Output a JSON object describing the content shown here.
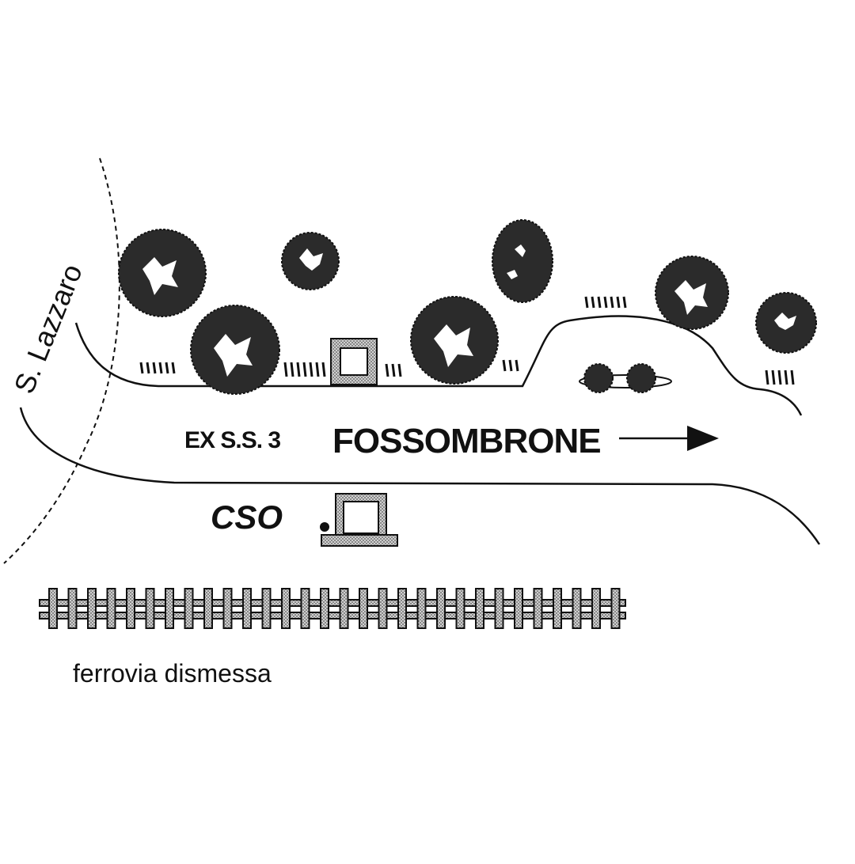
{
  "map": {
    "place_label": "S. Lazzaro",
    "road_label": "EX S.S. 3",
    "destination_label": "FOSSOMBRONE",
    "station_label": "CSO",
    "railway_label": "ferrovia dismessa"
  },
  "colors": {
    "ink": "#111111",
    "tree_fill": "#2b2b2b",
    "building_fill": "#b8b8b8",
    "background": "#ffffff"
  },
  "icons": [
    "tree-icon",
    "grass-icon",
    "building-icon",
    "arrow-right-icon",
    "railway-track-icon"
  ]
}
